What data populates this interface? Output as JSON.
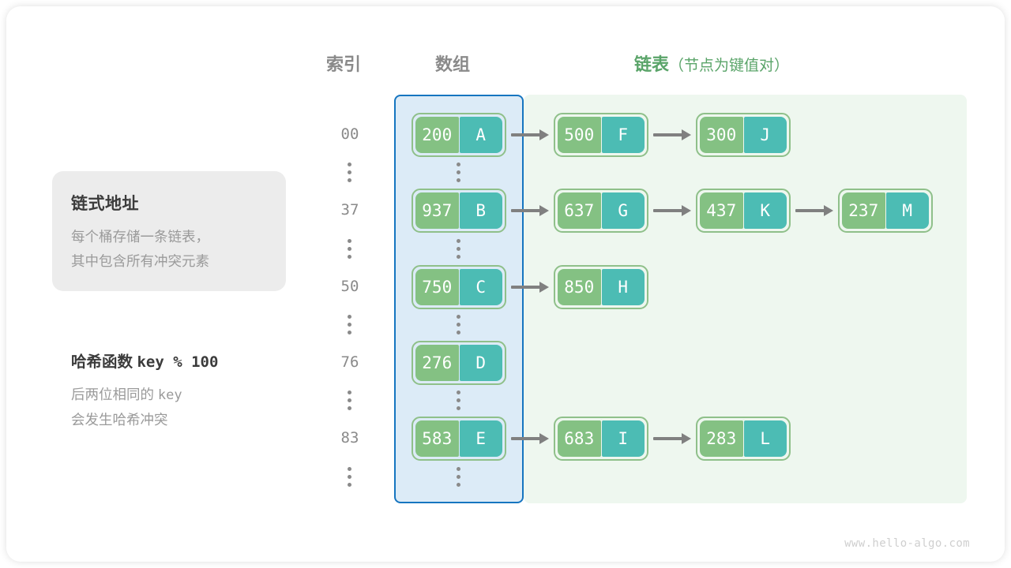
{
  "headers": {
    "index": "索引",
    "array": "数组",
    "list_main": "链表",
    "list_sub": "（节点为键值对）"
  },
  "info_card": {
    "title": "链式地址",
    "line1": "每个桶存储一条链表，",
    "line2": "其中包含所有冲突元素"
  },
  "hash_note": {
    "title_cn": "哈希函数",
    "title_code": "key % 100",
    "line1_cn": "后两位相同的",
    "line1_code": "key",
    "line2": "会发生哈希冲突"
  },
  "colors": {
    "array_region_bg": "#dcebf7",
    "array_region_border": "#1675c0",
    "list_region_bg": "#eef7ef",
    "node_border": "#8fc08a",
    "key_bg": "#84c183",
    "value_bg": "#4cbcb4",
    "arrow": "#808080",
    "heading_gray": "#8a8a8a",
    "heading_green": "#5aa469"
  },
  "rows": [
    {
      "index": "00",
      "bucket": {
        "key": "200",
        "value": "A"
      },
      "chain": [
        {
          "key": "500",
          "value": "F"
        },
        {
          "key": "300",
          "value": "J"
        }
      ]
    },
    {
      "index": "37",
      "bucket": {
        "key": "937",
        "value": "B"
      },
      "chain": [
        {
          "key": "637",
          "value": "G"
        },
        {
          "key": "437",
          "value": "K"
        },
        {
          "key": "237",
          "value": "M"
        }
      ]
    },
    {
      "index": "50",
      "bucket": {
        "key": "750",
        "value": "C"
      },
      "chain": [
        {
          "key": "850",
          "value": "H"
        }
      ]
    },
    {
      "index": "76",
      "bucket": {
        "key": "276",
        "value": "D"
      },
      "chain": []
    },
    {
      "index": "83",
      "bucket": {
        "key": "583",
        "value": "E"
      },
      "chain": [
        {
          "key": "683",
          "value": "I"
        },
        {
          "key": "283",
          "value": "L"
        }
      ]
    }
  ],
  "footer": "www.hello-algo.com"
}
